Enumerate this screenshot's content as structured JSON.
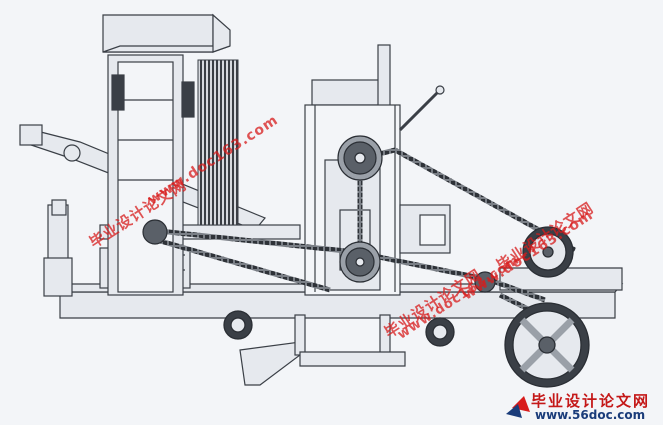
{
  "watermarks": {
    "url_1": "www.doc163.com",
    "url_2": "www.doc163.com",
    "url_3": "www.doc163.com",
    "cn_1": "毕业设计论文网",
    "cn_2": "毕业设计论文网",
    "cn_3": "毕业设计论文网"
  },
  "logo": {
    "cn": "毕业设计论文网",
    "url": "www.56doc.com"
  },
  "icons": [
    "wheel-icon",
    "sprocket-icon",
    "chain-icon",
    "logo-icon"
  ]
}
